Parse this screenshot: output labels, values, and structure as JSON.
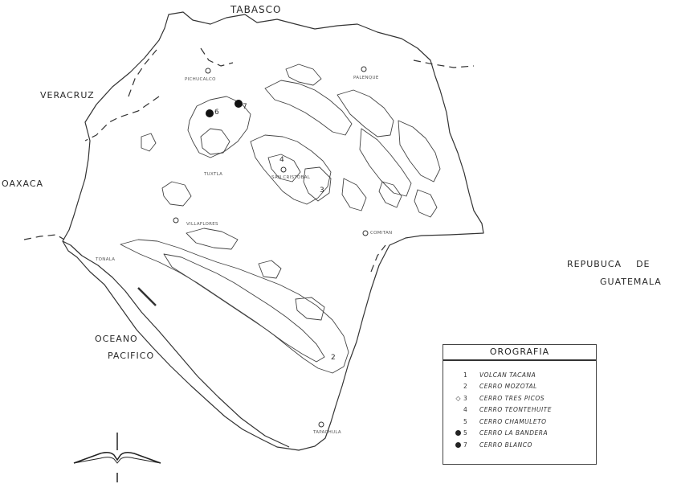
{
  "regions": {
    "tabasco": "TABASCO",
    "veracruz": "VERACRUZ",
    "oaxaca": "OAXACA",
    "guatemala_line1": "REPUBUCA    DE",
    "guatemala_line2": "GUATEMALA",
    "ocean_line1": "OCEANO",
    "ocean_line2": "PACIFICO"
  },
  "cities": {
    "pichucalco": "PICHUCALCO",
    "palenque": "PALENQUE",
    "tuxtla": "TUXTLA",
    "villaflores": "VILLAFLORES",
    "comitan": "COMITAN",
    "tonala": "TONALA",
    "tapachula": "TAPACHULA",
    "san_cristobal": "SAN CRISTOBAL"
  },
  "legend": {
    "title": "OROGRAFIA",
    "items": [
      {
        "num": "1",
        "name": "VOLCAN TACANA",
        "marker": "none"
      },
      {
        "num": "2",
        "name": "CERRO MOZOTAL",
        "marker": "none"
      },
      {
        "num": "3",
        "name": "CERRO TRES PICOS",
        "marker": "diamond"
      },
      {
        "num": "4",
        "name": "CERRO TEONTEHUITE",
        "marker": "none"
      },
      {
        "num": "5",
        "name": "CERRO CHAMULETO",
        "marker": "none"
      },
      {
        "num": "5",
        "name": "CERRO LA BANDERA",
        "marker": "dot"
      },
      {
        "num": "7",
        "name": "CERRO BLANCO",
        "marker": "dot"
      }
    ]
  },
  "peaks": {
    "p6": "6",
    "p7": "7",
    "p4": "4",
    "p3": "3",
    "p2": "2"
  },
  "colors": {
    "ink": "#333333",
    "paper": "#ffffff"
  }
}
